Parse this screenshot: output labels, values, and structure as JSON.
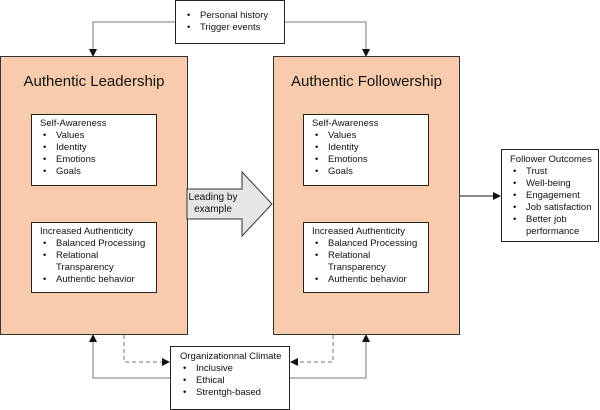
{
  "inputs": {
    "items": [
      "Personal history",
      "Trigger events"
    ]
  },
  "leader": {
    "title": "Authentic Leadership",
    "self_awareness": {
      "heading": "Self-Awareness",
      "items": [
        "Values",
        "Identity",
        "Emotions",
        "Goals"
      ]
    },
    "authenticity": {
      "heading": "Increased Authenticity",
      "items": [
        "Balanced Processing",
        "Relational Transparency",
        "Authentic behavior"
      ]
    }
  },
  "follower": {
    "title": "Authentic Followership",
    "self_awareness": {
      "heading": "Self-Awareness",
      "items": [
        "Values",
        "Identity",
        "Emotions",
        "Goals"
      ]
    },
    "authenticity": {
      "heading": "Increased Authenticity",
      "items": [
        "Balanced Processing",
        "Relational Transparency",
        "Authentic behavior"
      ]
    }
  },
  "arrow_label": {
    "line1": "Leading by",
    "line2": "example"
  },
  "outcomes": {
    "heading": "Follower Outcomes",
    "items": [
      "Trust",
      "Well-being",
      "Engagement",
      "Job satisfaction",
      "Better job performance"
    ]
  },
  "climate": {
    "heading": "Organizationnal Climate",
    "items": [
      "Inclusive",
      "Ethical",
      "Strentgh-based"
    ]
  },
  "colors": {
    "box_fill": "#f8cbad",
    "arrow_fill": "#e6e6e6"
  }
}
